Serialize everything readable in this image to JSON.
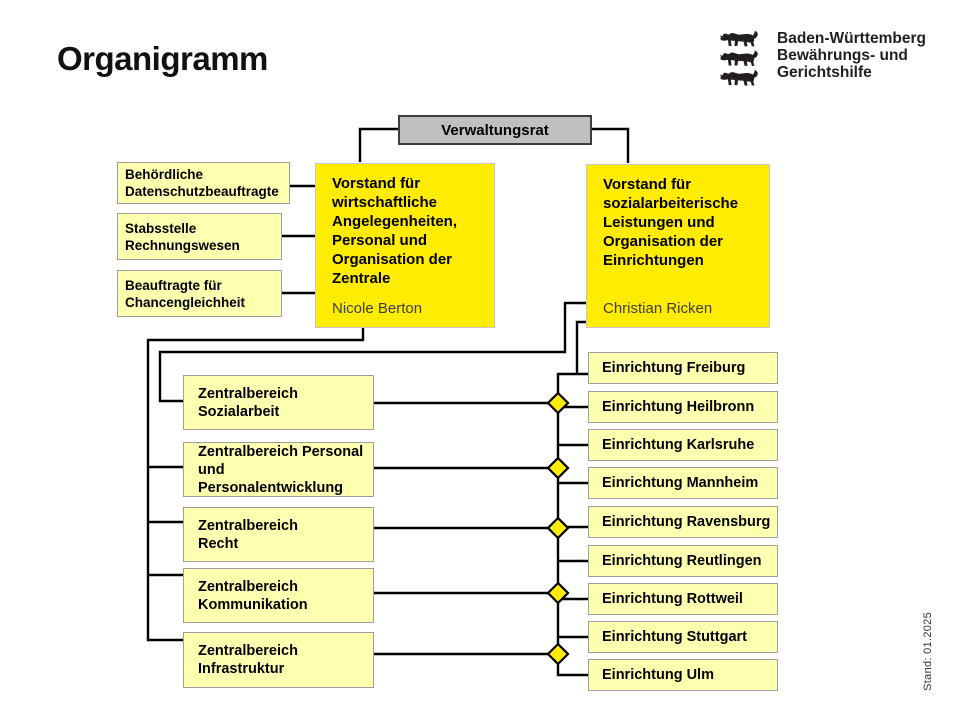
{
  "page": {
    "title": "Organigramm",
    "stand_note": "Stand: 01.2025"
  },
  "logo": {
    "org_lines": [
      "Baden-Württemberg",
      "Bewährungs- und",
      "Gerichtshilfe"
    ]
  },
  "colors": {
    "bright_yellow": "#ffec00",
    "light_yellow": "#ffffb0",
    "board_gray": "#c0c0c0",
    "border_gray": "#9e9e9e",
    "name_gray": "#3f3f3f",
    "line_black": "#000000"
  },
  "board": {
    "label": "Verwaltungsrat"
  },
  "vorstaende": [
    {
      "title": "Vorstand für\nwirtschaftliche\nAngelegenheiten,\nPersonal und\nOrganisation der\nZentrale",
      "name": "Nicole Berton"
    },
    {
      "title": "Vorstand für\nsozialarbeiterische\nLeistungen und\nOrganisation der\nEinrichtungen",
      "name": "Christian Ricken"
    }
  ],
  "staff_boxes": [
    {
      "label": "Behördliche\nDatenschutzbeauftragte"
    },
    {
      "label": "Stabsstelle\nRechnungswesen"
    },
    {
      "label": "Beauftragte für\nChancengleichheit"
    }
  ],
  "zentralbereiche": [
    {
      "label": "Zentralbereich\nSozialarbeit"
    },
    {
      "label": "Zentralbereich Personal\nund Personalentwicklung"
    },
    {
      "label": "Zentralbereich\nRecht"
    },
    {
      "label": "Zentralbereich\nKommunikation"
    },
    {
      "label": "Zentralbereich\nInfrastruktur"
    }
  ],
  "einrichtungen": [
    {
      "label": "Einrichtung Freiburg"
    },
    {
      "label": "Einrichtung Heilbronn"
    },
    {
      "label": "Einrichtung Karlsruhe"
    },
    {
      "label": "Einrichtung Mannheim"
    },
    {
      "label": "Einrichtung Ravensburg"
    },
    {
      "label": "Einrichtung Reutlingen"
    },
    {
      "label": "Einrichtung Rottweil"
    },
    {
      "label": "Einrichtung Stuttgart"
    },
    {
      "label": "Einrichtung Ulm"
    }
  ]
}
